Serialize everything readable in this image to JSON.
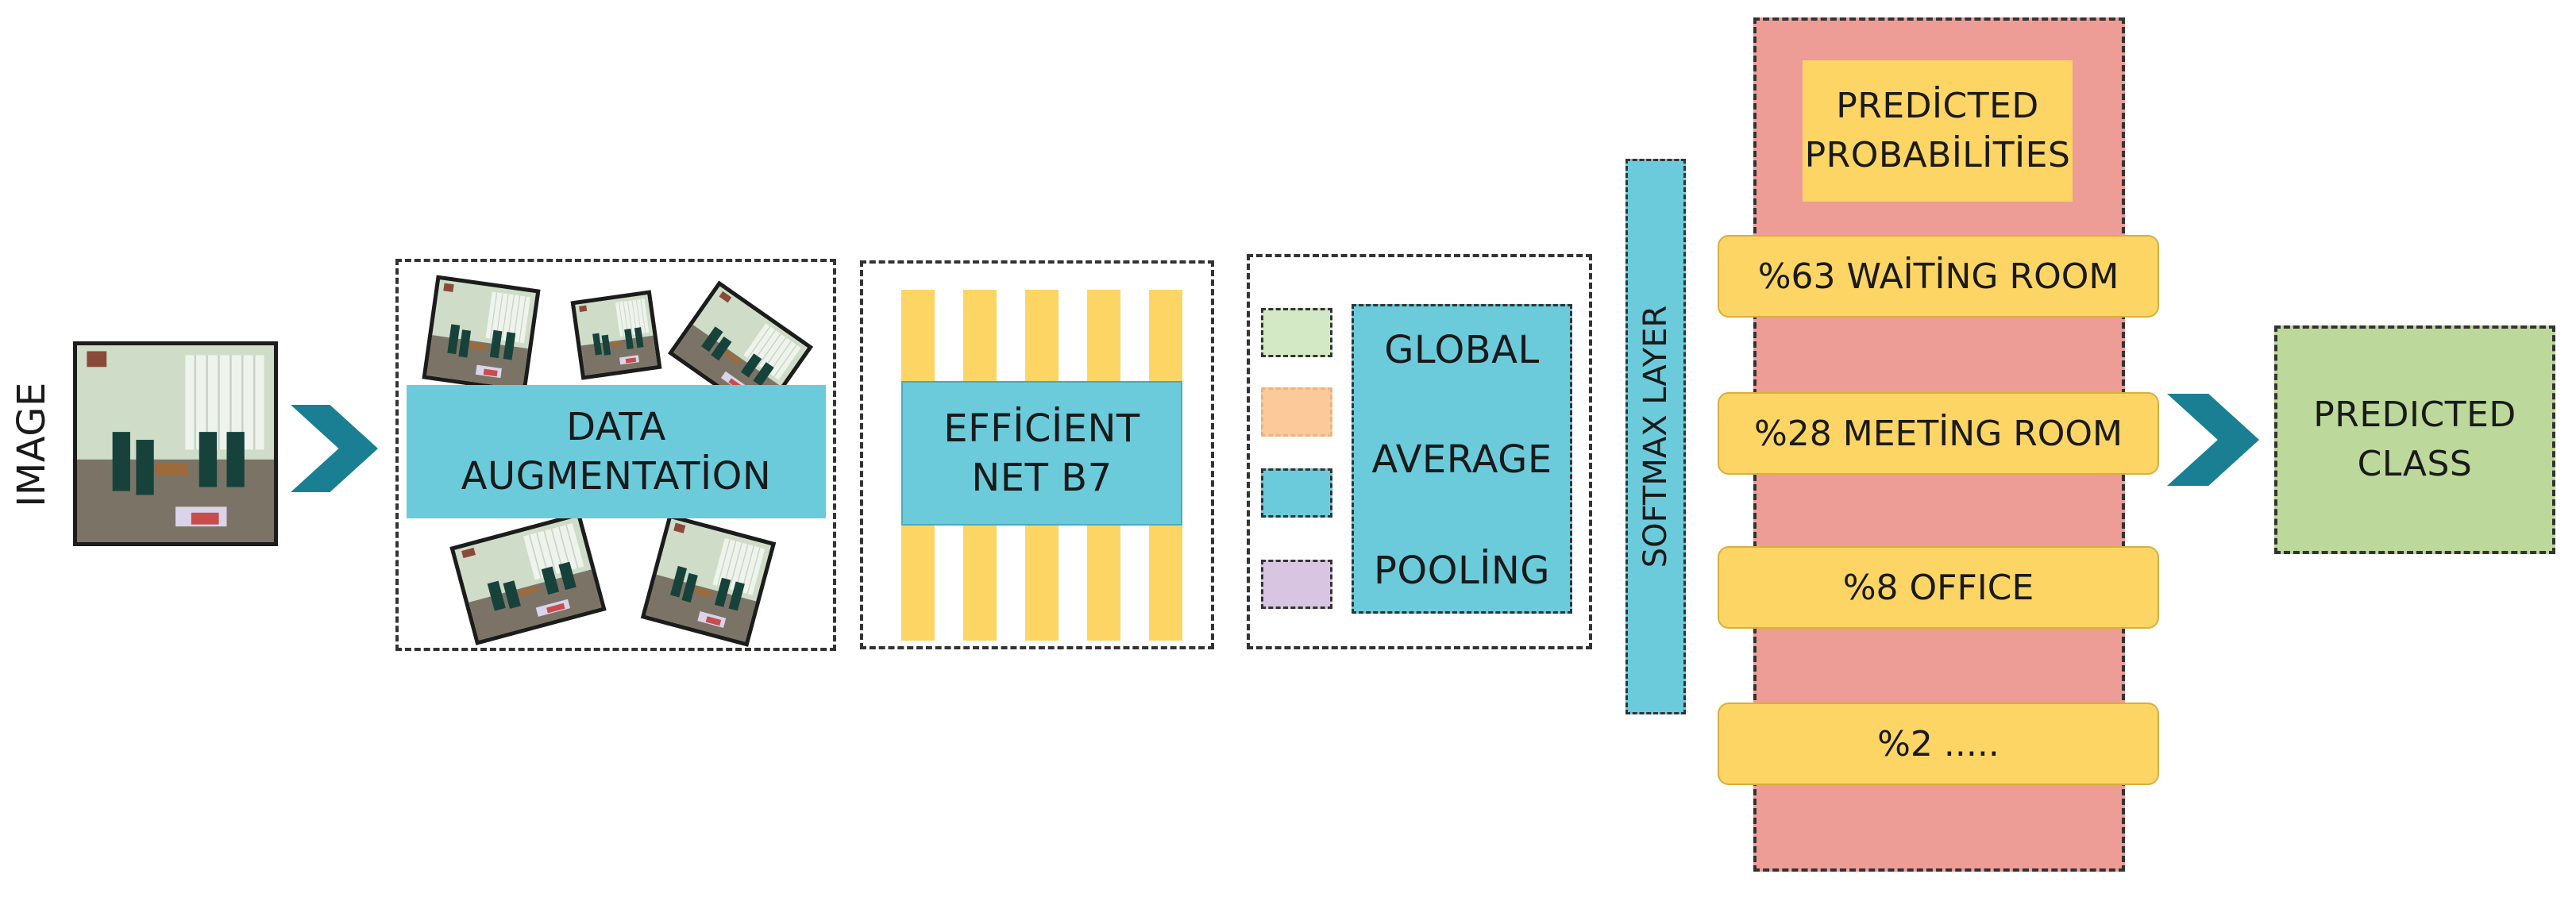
{
  "input": {
    "label": "IMAGE"
  },
  "augmentation": {
    "label_line1": "DATA",
    "label_line2": "AUGMENTATİON"
  },
  "backbone": {
    "label_line1": "EFFİCİENT",
    "label_line2": "NET B7"
  },
  "pooling": {
    "line1": "GLOBAL",
    "line2": "AVERAGE",
    "line3": "POOLİNG",
    "swatch_colors": [
      "#d3e9c6",
      "#fcc99b",
      "#6bcbdb",
      "#d8c5e1"
    ]
  },
  "softmax": {
    "label": "SOFTMAX LAYER"
  },
  "probabilities": {
    "header_line1": "PREDİCTED",
    "header_line2": "PROBABİLİTİES",
    "items": [
      "%63 WAİTİNG ROOM",
      "%28 MEETİNG ROOM",
      "%8 OFFICE",
      "%2 ....."
    ]
  },
  "output": {
    "label_line1": "PREDICTED",
    "label_line2": "CLASS"
  },
  "colors": {
    "cyan": "#6bcbdb",
    "yellow": "#fcd564",
    "pink": "#ee9c96",
    "green": "#bcd89a",
    "teal_arrow": "#1a7f93"
  }
}
